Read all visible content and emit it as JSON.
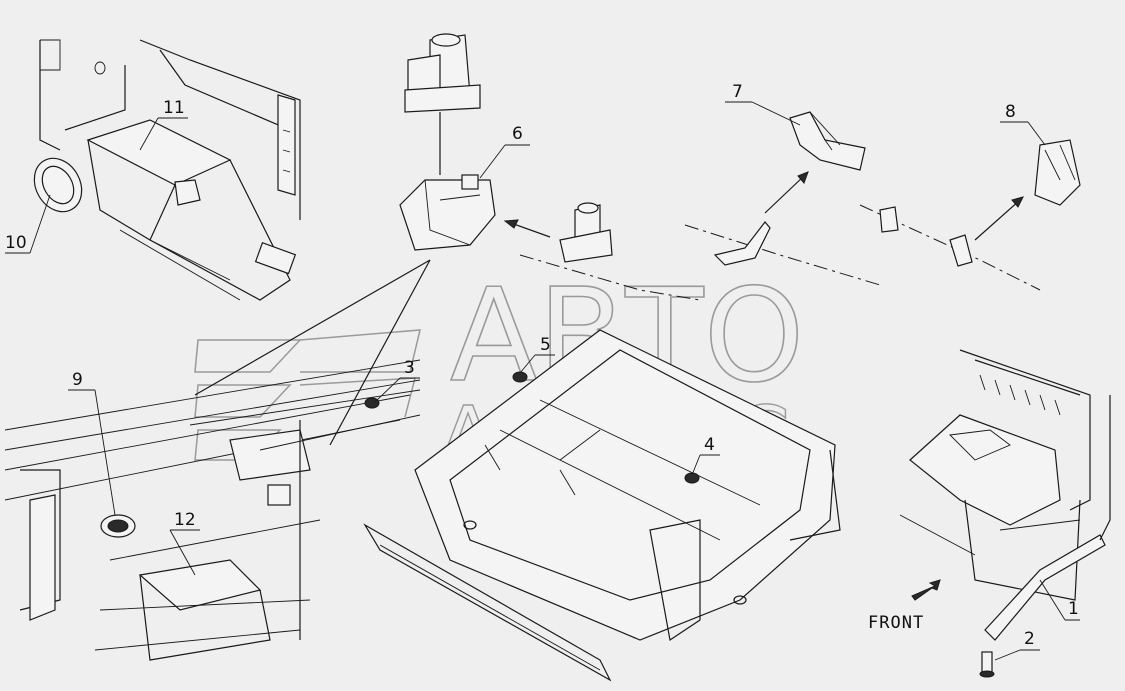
{
  "watermark": {
    "line1": "АВТО",
    "line2": "АЛЬЯНС"
  },
  "callouts": [
    "1",
    "2",
    "3",
    "4",
    "5",
    "6",
    "7",
    "8",
    "9",
    "10",
    "11",
    "12"
  ],
  "direction_label": "FRONT"
}
